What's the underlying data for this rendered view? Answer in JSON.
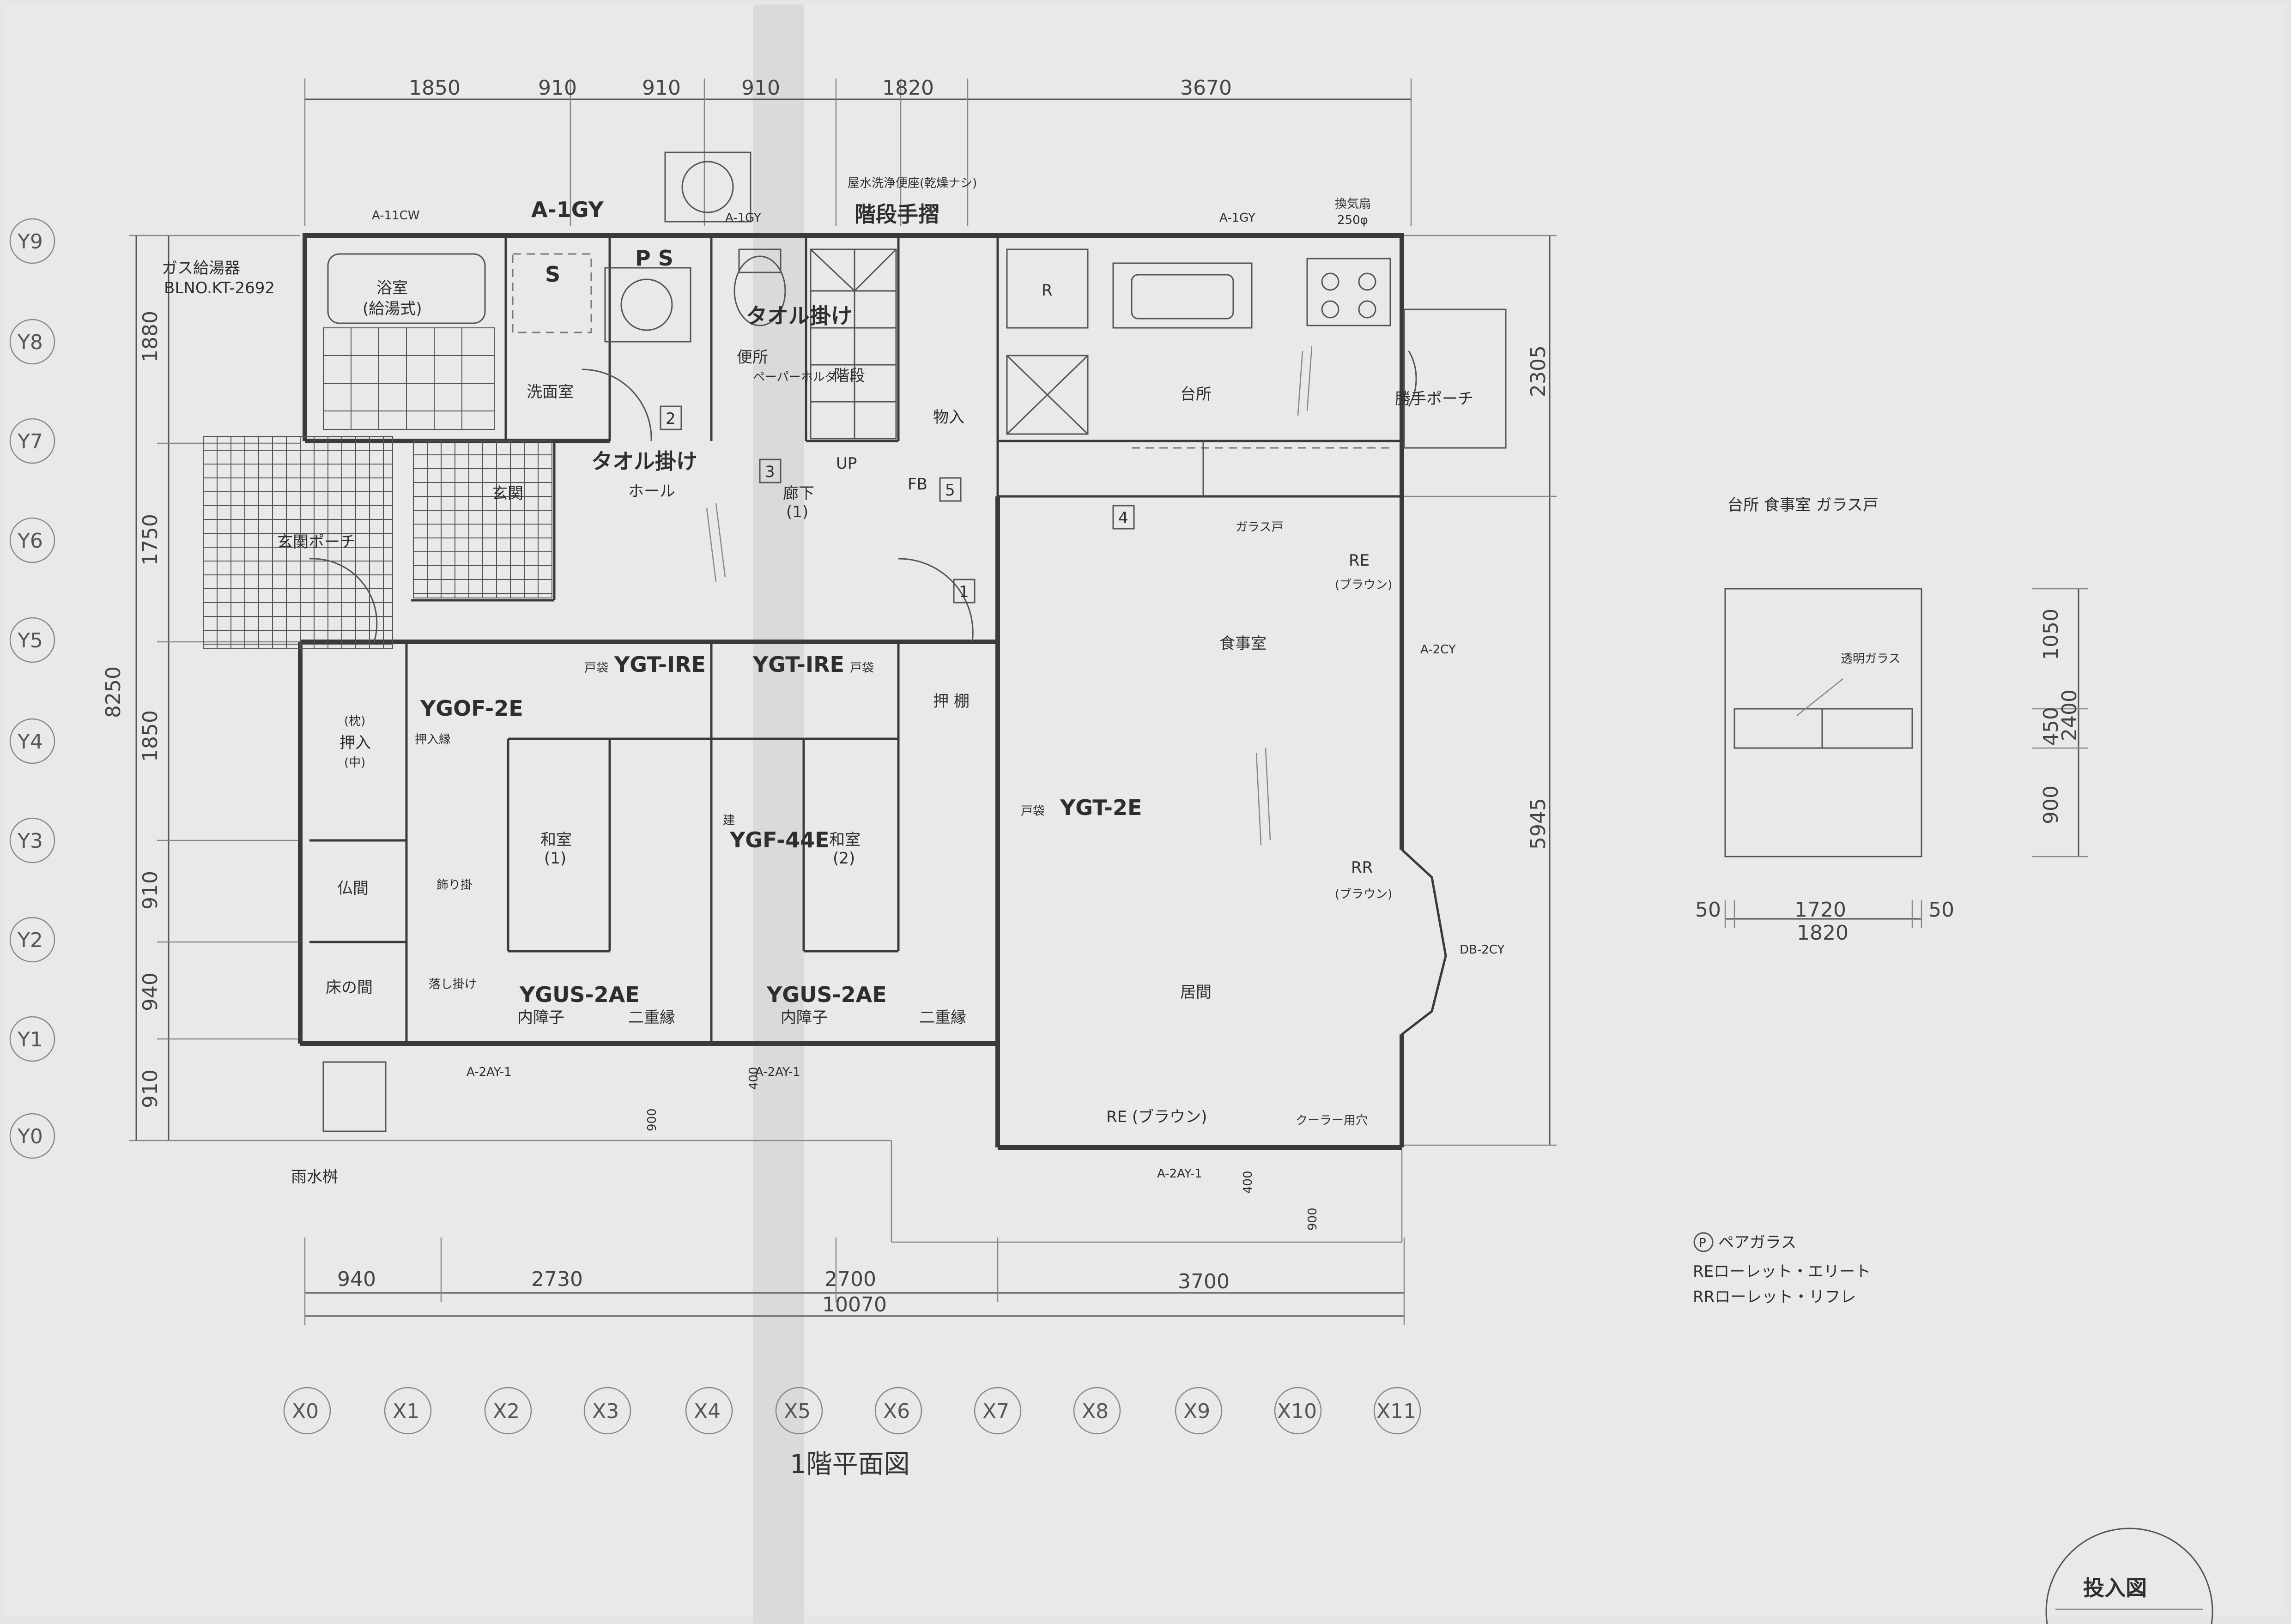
{
  "drawing_title": "1階平面図",
  "stamp": "投入図",
  "dims_top": [
    "1850",
    "910",
    "910",
    "910",
    "1820",
    "3670"
  ],
  "dims_bottom": [
    "940",
    "2730",
    "2700",
    "3700"
  ],
  "dim_total_bottom": "10070",
  "dims_left": [
    "1880",
    "1750",
    "1850",
    "910",
    "940",
    "910"
  ],
  "dim_total_left": "8250",
  "dims_right": [
    "2305",
    "5945"
  ],
  "grid_x": [
    "X0",
    "X1",
    "X2",
    "X3",
    "X4",
    "X5",
    "X6",
    "X7",
    "X8",
    "X9",
    "X10",
    "X11"
  ],
  "grid_y": [
    "Y9",
    "Y8",
    "Y7",
    "Y6",
    "Y5",
    "Y4",
    "Y3",
    "Y2",
    "Y1",
    "Y0"
  ],
  "rooms": {
    "bath": "浴室",
    "bath_note": "(給湯式)",
    "washroom": "洗面室",
    "toilet": "便所",
    "stairs": "階段",
    "storage": "物入",
    "kitchen": "台所",
    "back_porch": "勝手ポーチ",
    "genkan": "玄関",
    "genkan_porch": "玄関ポーチ",
    "hall": "ホール",
    "corridor": "廊下",
    "corridor_no": "(1)",
    "dining": "食事室",
    "living": "居間",
    "washitsu1": "和室",
    "washitsu1_no": "(1)",
    "washitsu2": "和室",
    "washitsu2_no": "(2)",
    "butsuma": "仏間",
    "tokonoma": "床の間",
    "oshiire": "押入",
    "oshiire_top": "(枕)",
    "oshiire_mid": "(中)",
    "shelf": "棚",
    "shelf_prefix": "押"
  },
  "labels": {
    "water_heater": "ガス給湯器",
    "water_heater_model": "BLNO.KT-2692",
    "ps": "P S",
    "s_mark": "S",
    "r_mark": "R",
    "washing": "屋水洗浄便座(乾燥ナシ)",
    "stair_rail": "階段手摺",
    "towel1": "タオル掛け",
    "towel2": "タオル掛け",
    "toilet_handrail": "ペーパーホルダー",
    "up": "UP",
    "fb": "FB",
    "glass_door": "ガラス戸",
    "kitchen_glass": "台所 食事室 ガラス戸",
    "frosted_glass": "透明ガラス",
    "fixed_frame": "押入縁",
    "rail": "落し掛け",
    "rail2": "飾り掛",
    "inner_shoji": "内障子",
    "inner_shoji2": "内障子",
    "double_slide": "二重縁",
    "double_slide2": "二重縁",
    "gutter": "雨水桝",
    "cooler": "クーラー用穴",
    "exhaust": "換気扇",
    "exhaust_size": "250φ",
    "brown1": "(ブラウン)",
    "brown2": "(ブラウン)",
    "door_mark1": "戸袋",
    "door_mark2": "戸袋",
    "door_mark3": "戸袋",
    "door_mark4": "建",
    "re1": "RE",
    "rr": "RR",
    "re_bottom": "RE (ブラウン)"
  },
  "windows": {
    "w1": "A-11CW",
    "w2": "A-1GY",
    "w3": "A-1GY",
    "w4": "A-1GY",
    "w5": "A-2CY",
    "w6": "DB-2CY",
    "w7": "A-2AY-1",
    "w8": "A-2AY-1",
    "w9": "A-2AY-1",
    "p": "P"
  },
  "doors": {
    "d1": "YGT-IRE",
    "d2": "YGT-IRE",
    "d3": "YGOF-2E",
    "d4": "YGF-44E",
    "d5": "YGT-2E",
    "d6": "YGUS-2AE",
    "d7": "YGUS-2AE"
  },
  "tags": [
    "1",
    "2",
    "3",
    "4",
    "5"
  ],
  "small_dims": {
    "s900a": "900",
    "s400a": "400",
    "s400b": "400",
    "s900b": "900"
  },
  "detail": {
    "title": "台所 食事室 ガラス戸",
    "glass": "透明ガラス",
    "d1050": "1050",
    "d450": "450",
    "d900": "900",
    "d2400": "2400",
    "d50a": "50",
    "d1720": "1720",
    "d50b": "50",
    "d1820": "1820"
  },
  "legend": {
    "pair_glass": "ペアガラス",
    "pair_glass_symbol": "P",
    "re": "REローレット・エリート",
    "rr": "RRローレット・リフレ"
  }
}
